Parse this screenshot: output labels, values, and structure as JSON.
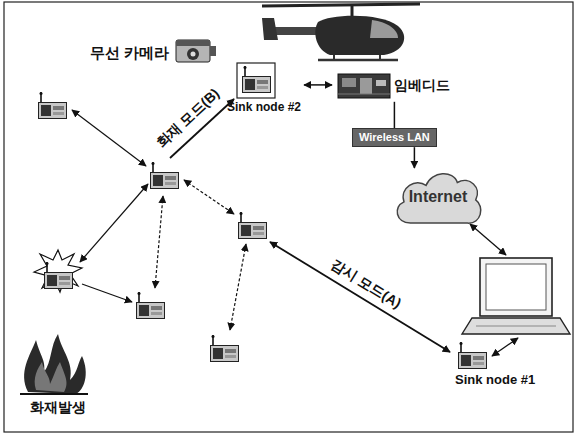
{
  "diagram": {
    "nodes": [
      {
        "text": [
          "무선 카메라"
        ]
      },
      {
        "text": [
          "Sink node #2"
        ]
      },
      {
        "text": [
          "임베디드"
        ]
      },
      {
        "text": [
          "Wireless LAN"
        ]
      },
      {
        "text": [
          "Internet"
        ]
      },
      {
        "text": [
          "Sink node #1"
        ]
      }
    ],
    "edges": [
      {
        "from": 1,
        "to": 2,
        "arrow": "both"
      },
      {
        "from": 2,
        "to": 3,
        "arrow": "none"
      },
      {
        "from": 3,
        "to": 4,
        "arrow": "to"
      }
    ],
    "labels": [
      "감시 모드(A)",
      "화재 모드(B)",
      "화재발생"
    ]
  }
}
